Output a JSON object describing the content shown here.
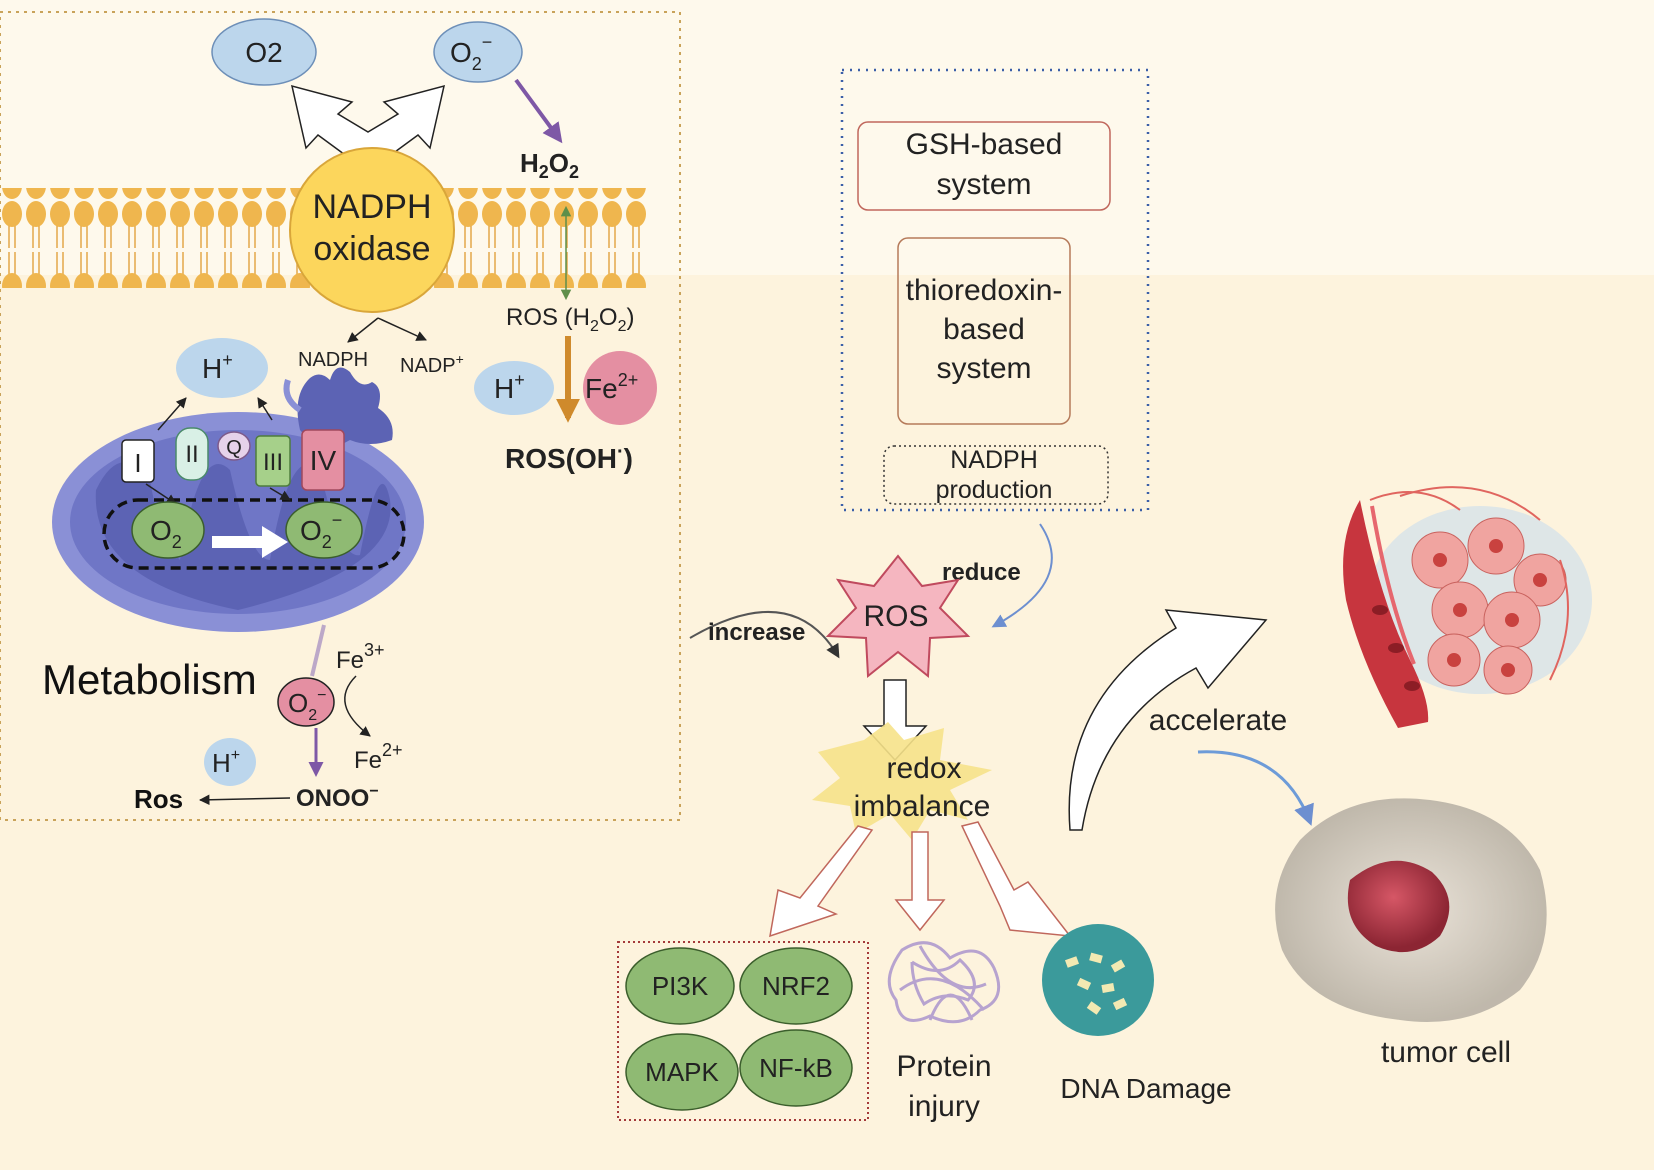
{
  "top_left": {
    "o2_left": "O2",
    "o2_right": "O",
    "o2_right_sub": "2",
    "o2_right_sup": "−",
    "h2o2": "H",
    "h2o2_sub1": "2",
    "h2o2_o": "O",
    "h2o2_sub2": "2",
    "nadph_oxidase_line1": "NADPH",
    "nadph_oxidase_line2": "oxidase",
    "ros_h2o2": "ROS  (H",
    "ros_h2o2_sub1": "2",
    "ros_h2o2_o": "O",
    "ros_h2o2_sub2": "2",
    "ros_h2o2_close": ")",
    "h_plus": "H",
    "h_plus_sup": "+",
    "fe2": "Fe",
    "fe2_sup": "2+",
    "ros_oh": "ROS(OH",
    "ros_oh_sup": "·",
    "ros_oh_close": ")",
    "nadph": "NADPH",
    "nadp": "NADP",
    "nadp_sup": "+"
  },
  "mitochondrion": {
    "h_plus": "H",
    "h_plus_sup": "+",
    "complex_1": "I",
    "complex_2": "II",
    "complex_q": "Q",
    "complex_3": "III",
    "complex_4": "IV",
    "o2": "O",
    "o2_sub": "2",
    "o2_minus": "O",
    "o2_minus_sub": "2",
    "o2_minus_sup": "−"
  },
  "metabolism": {
    "label": "Metabolism",
    "o2_minus": "O",
    "o2_minus_sub": "2",
    "o2_minus_sup": "−",
    "fe3": "Fe",
    "fe3_sup": "3+",
    "fe2": "Fe",
    "fe2_sup": "2+",
    "h_plus": "H",
    "h_plus_sup": "+",
    "onoo": "ONOO",
    "onoo_sup": "−",
    "ros": "Ros"
  },
  "antioxidant": {
    "gsh_line1": "GSH-based",
    "gsh_line2": "system",
    "trx_line1": "thioredoxin-",
    "trx_line2": "based",
    "trx_line3": "system",
    "nadph_line1": "NADPH",
    "nadph_line2": "production"
  },
  "center": {
    "ros": "ROS",
    "reduce": "reduce",
    "increase": "increase",
    "redox_line1": "redox",
    "redox_line2": "imbalance",
    "accelerate": "accelerate"
  },
  "outcomes": {
    "pi3k": "PI3K",
    "nrf2": "NRF2",
    "mapk": "MAPK",
    "nfkb": "NF-kB",
    "protein_line1": "Protein",
    "protein_line2": "injury",
    "dna": "DNA Damage",
    "tumor": "tumor cell"
  },
  "colors": {
    "background": "#fdf3dd",
    "membrane": "#f0b84f",
    "nadph_oxidase": "#fcd65c",
    "light_blue": "#bcd6ec",
    "pink": "#e48fa2",
    "green": "#8fba73",
    "mito_outer": "#8a90d6",
    "mito_inner": "#5c63b4",
    "ros_star": "#f5b6c0",
    "redox_burst": "#f6e28a",
    "dna": "#3b9a9b",
    "arrow_purple": "#7e58a6",
    "arrow_orange": "#cf8a2c"
  }
}
